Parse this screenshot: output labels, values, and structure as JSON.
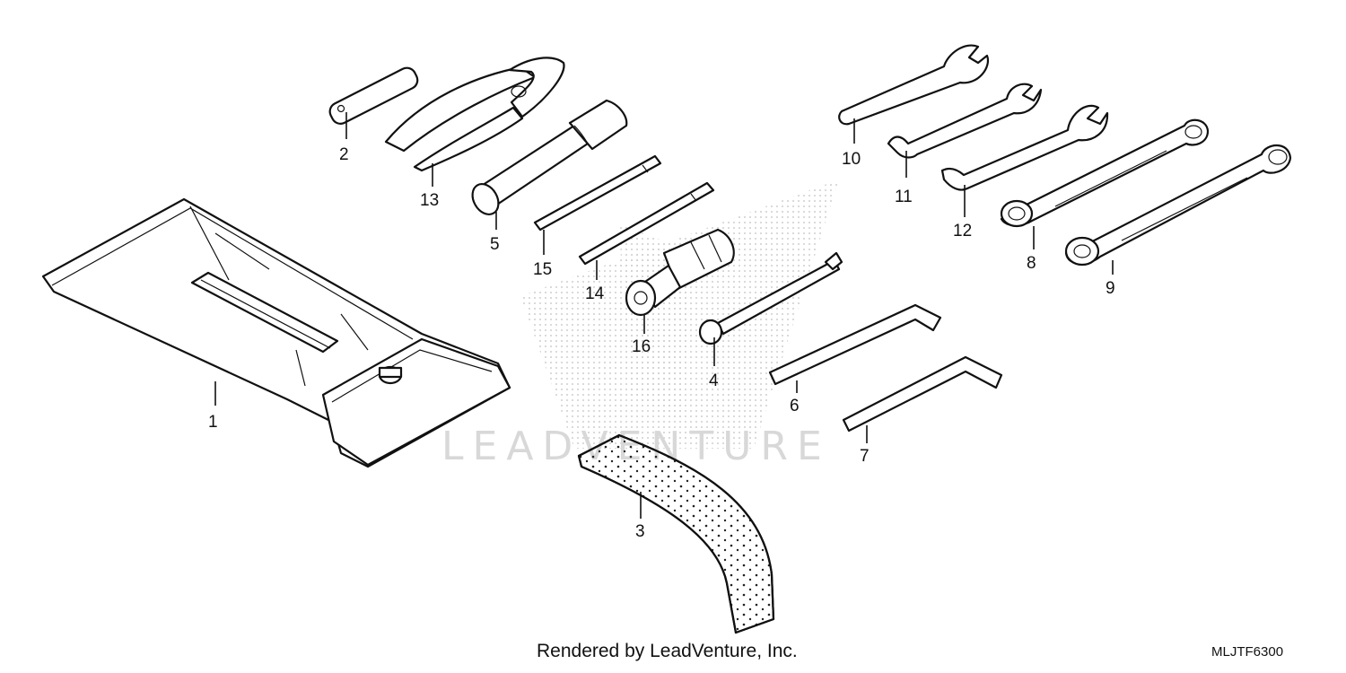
{
  "diagram": {
    "watermark_text": "LEADVENTURE",
    "callouts": [
      "1",
      "2",
      "3",
      "4",
      "5",
      "6",
      "7",
      "8",
      "9",
      "10",
      "11",
      "12",
      "13",
      "14",
      "15",
      "16"
    ]
  },
  "footer": {
    "credit": "Rendered by LeadVenture, Inc.",
    "diagram_code": "MLJTF6300"
  }
}
